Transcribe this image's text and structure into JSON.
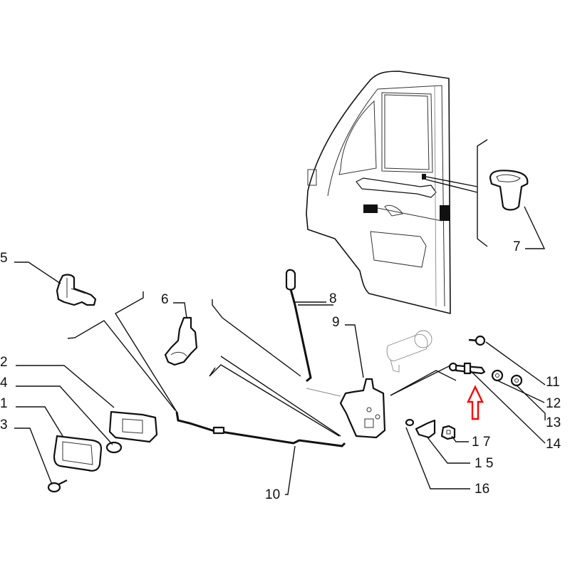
{
  "diagram": {
    "title": "Door lock parts exploded view",
    "highlight_color": "#ff0000",
    "highlight_target": "14",
    "callouts": [
      {
        "id": "1",
        "label": "1"
      },
      {
        "id": "2",
        "label": "2"
      },
      {
        "id": "3",
        "label": "3"
      },
      {
        "id": "4",
        "label": "4"
      },
      {
        "id": "5",
        "label": "5"
      },
      {
        "id": "6",
        "label": "6"
      },
      {
        "id": "7",
        "label": "7"
      },
      {
        "id": "8",
        "label": "8"
      },
      {
        "id": "9",
        "label": "9"
      },
      {
        "id": "10",
        "label": "10"
      },
      {
        "id": "11",
        "label": "11"
      },
      {
        "id": "12",
        "label": "12"
      },
      {
        "id": "13",
        "label": "13"
      },
      {
        "id": "14",
        "label": "14"
      },
      {
        "id": "15",
        "label": "1 5"
      },
      {
        "id": "16",
        "label": "16"
      },
      {
        "id": "17",
        "label": "1 7"
      }
    ],
    "parts": [
      {
        "id": "1",
        "name": "inner-handle-bezel"
      },
      {
        "id": "2",
        "name": "inner-handle"
      },
      {
        "id": "3",
        "name": "screw"
      },
      {
        "id": "4",
        "name": "clip"
      },
      {
        "id": "5",
        "name": "rod-guide"
      },
      {
        "id": "6",
        "name": "lock-button-guide"
      },
      {
        "id": "7",
        "name": "lock-knob-cup"
      },
      {
        "id": "8",
        "name": "lock-knob-rod"
      },
      {
        "id": "9",
        "name": "door-lock"
      },
      {
        "id": "10",
        "name": "control-rod"
      },
      {
        "id": "11",
        "name": "bolt"
      },
      {
        "id": "12",
        "name": "washer"
      },
      {
        "id": "13",
        "name": "spacer"
      },
      {
        "id": "14",
        "name": "striker-pin"
      },
      {
        "id": "15",
        "name": "striker-plate"
      },
      {
        "id": "16",
        "name": "screw"
      },
      {
        "id": "17",
        "name": "shim"
      }
    ]
  }
}
